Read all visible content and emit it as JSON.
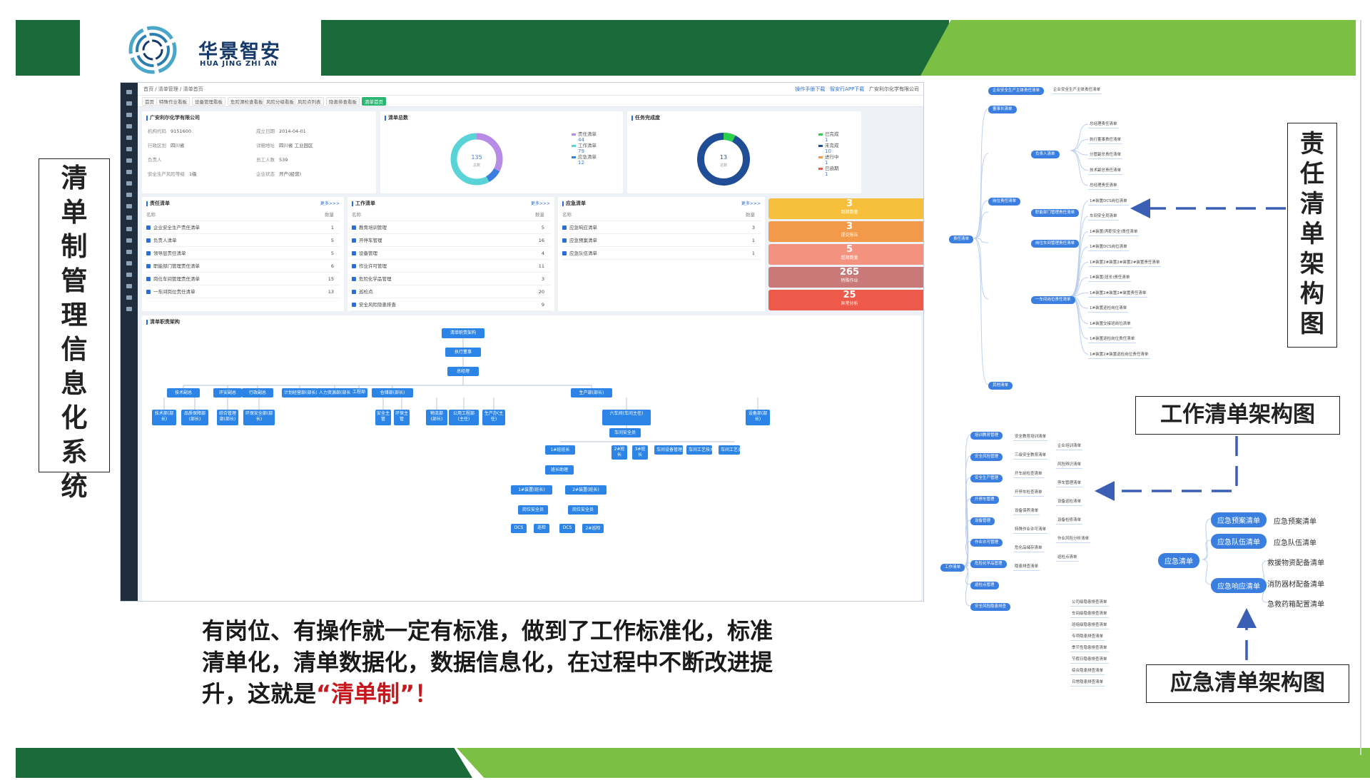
{
  "brand": {
    "name": "华景智安",
    "sub": "HUA JING ZHI AN"
  },
  "slide_title_vertical": "清单制管理信息化系统",
  "caption": {
    "line1": "有岗位、有操作就一定有标准，做到了工作标准化，标准",
    "line2": "清单化，清单数据化，数据信息化，在过程中不断改进提",
    "line3_pre": "升，这就是",
    "line3_hl": "“清单制”！"
  },
  "screen": {
    "breadcrumb": "首页 / 清单管理 / 清单首页",
    "top_right": [
      "操作手册下载",
      "智安行APP下载",
      "广安利尔化学有限公司"
    ],
    "tabs": [
      "首页",
      "特殊作业看板",
      "设备管理看板",
      "危险源检查看板",
      "风险分级看板",
      "风险点列表",
      "隐患排查看板",
      "清单首页"
    ],
    "company_card": {
      "title": "广安利尔化学有限公司",
      "fields": [
        {
          "k": "机构代码",
          "v": "9151600"
        },
        {
          "k": "成立日期",
          "v": "2014-04-01"
        },
        {
          "k": "行政区划",
          "v": "四川省"
        },
        {
          "k": "详细地址",
          "v": "四川省 工业园区"
        },
        {
          "k": "负责人",
          "v": ""
        },
        {
          "k": "员工人数",
          "v": "539"
        },
        {
          "k": "安全生产风险等级",
          "v": "1级"
        },
        {
          "k": "企业状态",
          "v": "开产(经营)"
        }
      ]
    },
    "summary_card": {
      "title": "清单总数",
      "total": "135",
      "total_label": "总数",
      "legend": [
        {
          "name": "责任清单",
          "value": "44"
        },
        {
          "name": "工作清单",
          "value": "79"
        },
        {
          "name": "应急清单",
          "value": "12"
        }
      ]
    },
    "task_card": {
      "title": "任务完成度",
      "total": "13",
      "total_label": "总数",
      "legend": [
        {
          "name": "已完成",
          "value": "1"
        },
        {
          "name": "未完成",
          "value": "10"
        },
        {
          "name": "进行中",
          "value": "1"
        },
        {
          "name": "已逾期",
          "value": "1"
        }
      ]
    },
    "resp_list": {
      "title": "责任清单",
      "more": "更多>>>",
      "head": [
        "名称",
        "数量"
      ],
      "rows": [
        {
          "name": "企业安全生产责任清单",
          "n": "1"
        },
        {
          "name": "负责人清单",
          "n": "5"
        },
        {
          "name": "领导层责任清单",
          "n": "5"
        },
        {
          "name": "职能部门管理责任清单",
          "n": "6"
        },
        {
          "name": "岗位车间管理责任清单",
          "n": "15"
        },
        {
          "name": "一车间岗位责任清单",
          "n": "13"
        }
      ]
    },
    "work_list": {
      "title": "工作清单",
      "more": "更多>>>",
      "head": [
        "名称",
        "数量"
      ],
      "rows": [
        {
          "name": "教育培训管理",
          "n": "5"
        },
        {
          "name": "开停车管理",
          "n": "16"
        },
        {
          "name": "设备管理",
          "n": "4"
        },
        {
          "name": "作业许可管理",
          "n": "11"
        },
        {
          "name": "危险化学品管理",
          "n": "3"
        },
        {
          "name": "巡检点",
          "n": "20"
        },
        {
          "name": "安全风险隐患排查",
          "n": "9"
        }
      ]
    },
    "emer_list": {
      "title": "应急清单",
      "more": "更多>>>",
      "head": [
        "名称",
        "数量"
      ],
      "rows": [
        {
          "name": "应急响应清单",
          "n": "3"
        },
        {
          "name": "应急预案清单",
          "n": "1"
        },
        {
          "name": "应急队伍清单",
          "n": "1"
        }
      ]
    },
    "stats": [
      {
        "value": "3",
        "label": "到期数量",
        "color": "#f6c03d"
      },
      {
        "value": "3",
        "label": "提交报告",
        "color": "#f29a4a"
      },
      {
        "value": "5",
        "label": "超期数量",
        "color": "#f49280"
      },
      {
        "value": "265",
        "label": "特殊作业",
        "color": "#c97a78"
      },
      {
        "value": "25",
        "label": "异常分析",
        "color": "#ee5a4a"
      }
    ],
    "org": {
      "title": "清单职责架构",
      "root": "清单职责架构",
      "l1": "执行董事",
      "l2": "总经理",
      "depts": [
        "技术副总",
        "环安副总",
        "行政副总",
        "计划经营部(部长)",
        "人力资源部(部长)",
        "工程部",
        "仓储部(部长)",
        "生产部(部长)"
      ],
      "subs": [
        "技术部(部长)",
        "品质保障部(部长)",
        "综合管理部(部长)",
        "环保安全部(部长)",
        "安全主管",
        "环保主管",
        "物流部(部长)",
        "公用工程部(主任)",
        "生产办(主任)",
        "六车间(车间主任)",
        "设备部(部长)"
      ],
      "ws": [
        "车间安全员",
        "2#班长",
        "3#班长",
        "车间设备管理员",
        "车间工艺技术员",
        "车间工艺员",
        "1#班班长",
        "班长助理",
        "1#装置(班长)",
        "2#装置(班长)",
        "岗位安全员",
        "岗位安全员",
        "DCS",
        "巡检",
        "DCS",
        "2#巡检"
      ]
    }
  },
  "diagrams": {
    "resp_label": "责任清单架构图",
    "work_label": "工作清单架构图",
    "emer_label": "应急清单架构图",
    "resp_root": "责任清单",
    "resp_top": [
      "企业安全生产主体责任清单",
      "企业安全生产主体责任清单"
    ],
    "resp_nodes": [
      "董事长清单",
      "负责人清单",
      "岗位责任清单",
      "职能部门管理责任清单",
      "岗位车间管理责任清单",
      "一车间岗位责任清单",
      "其他清单"
    ],
    "resp_leaves": [
      "总经理责任清单",
      "执行董事责任清单",
      "分管副总责任清单",
      "技术副总责任清单",
      "总经理责任清单",
      "1#装置DCS岗位清单",
      "车间安全员清单",
      "1#装置(两职安全)责任清单",
      "1#装置DCS岗位清单",
      "1#装置2#装置2#装置2#装置责任清单",
      "1#装置(班长)责任清单",
      "1#装置2#装置2#装置责任清单",
      "1#装置巡检岗位清单",
      "1#装置交接班岗位清单",
      "1#装置巡检岗位责任清单",
      "1#装置2#装置巡检岗位责任清单"
    ],
    "work_root": "工作清单",
    "work_nodes": [
      "培训教育管理",
      "安全风险管理",
      "安全生产管理",
      "开停车管理",
      "设备管理",
      "作业许可管理",
      "危险化学品管理",
      "巡检点管理",
      "安全风险隐患排查"
    ],
    "work_leaves": [
      "安全教育培训清单",
      "企业培训清单",
      "三级安全教育清单",
      "风险辨识清单",
      "开车前检查清单",
      "停车管理清单",
      "开停车检查清单",
      "设备巡检清单",
      "设备保养清单",
      "设备检修清单",
      "特殊作业许可清单",
      "作业风险分析清单",
      "危化品储存清单",
      "巡检点清单",
      "隐患排查清单",
      "公司级隐患排查清单",
      "车间级隐患排查清单",
      "班组级隐患排查清单",
      "专项隐患排查清单",
      "季节性隐患排查清单",
      "节假日隐患排查清单",
      "综合隐患排查清单",
      "日常隐患排查清单"
    ],
    "emer_root": "应急清单",
    "emer_nodes": [
      "应急预案清单",
      "应急队伍清单",
      "应急响应清单"
    ],
    "emer_leaves": [
      "应急预案清单",
      "应急队伍清单",
      "救援物资配备清单",
      "消防器材配备清单",
      "急救药箱配置清单"
    ]
  }
}
